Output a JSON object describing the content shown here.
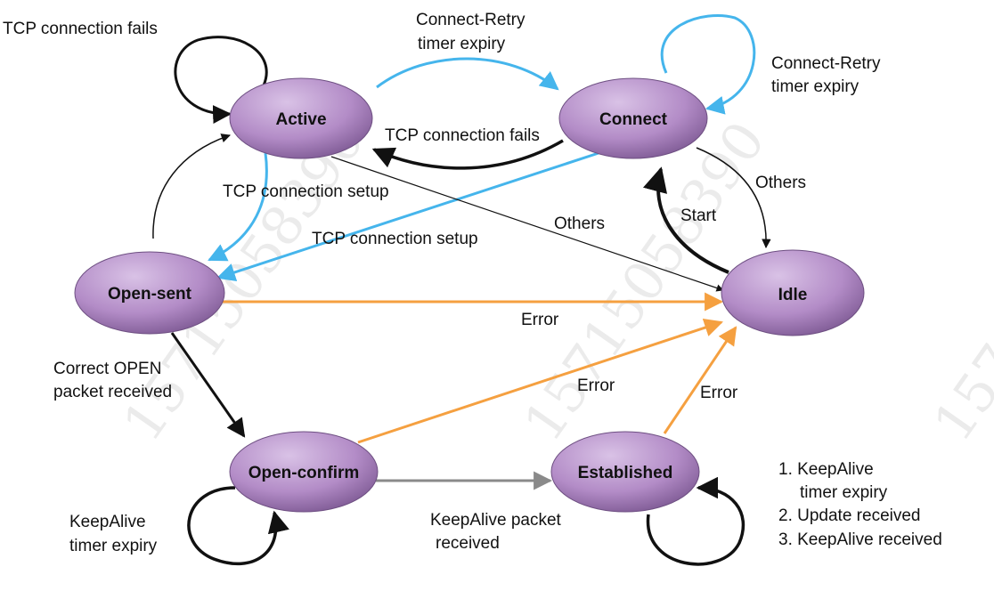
{
  "states": {
    "active": "Active",
    "connect": "Connect",
    "open_sent": "Open-sent",
    "idle": "Idle",
    "open_confirm": "Open-confirm",
    "established": "Established"
  },
  "edges": {
    "tcp_fails_active_self": "TCP connection fails",
    "retry_active_connect_1": "Connect-Retry",
    "retry_active_connect_2": "timer expiry",
    "retry_connect_self_1": "Connect-Retry",
    "retry_connect_self_2": "timer expiry",
    "tcp_fails_connect_active": "TCP connection fails",
    "setup_active_opensent": "TCP connection setup",
    "setup_connect_opensent": "TCP connection setup",
    "others_active_idle": "Others",
    "others_connect_idle": "Others",
    "start_idle_connect": "Start",
    "error_opensent_idle": "Error",
    "correct_open_1": "Correct OPEN",
    "correct_open_2": "packet received",
    "error_openconfirm_idle": "Error",
    "error_established_idle": "Error",
    "keepalive_self_1": "KeepAlive",
    "keepalive_self_2": "timer expiry",
    "keepalive_packet_1": "KeepAlive packet",
    "keepalive_packet_2": "received"
  },
  "notes": [
    "1. KeepAlive",
    "timer expiry",
    "2. Update received",
    "3. KeepAlive received"
  ],
  "watermark": "15715058390",
  "colors": {
    "blue": "#45b5ec",
    "orange": "#f5a040",
    "black": "#111111",
    "gray": "#8a8a8a",
    "state_fill": "#b58fc9"
  }
}
